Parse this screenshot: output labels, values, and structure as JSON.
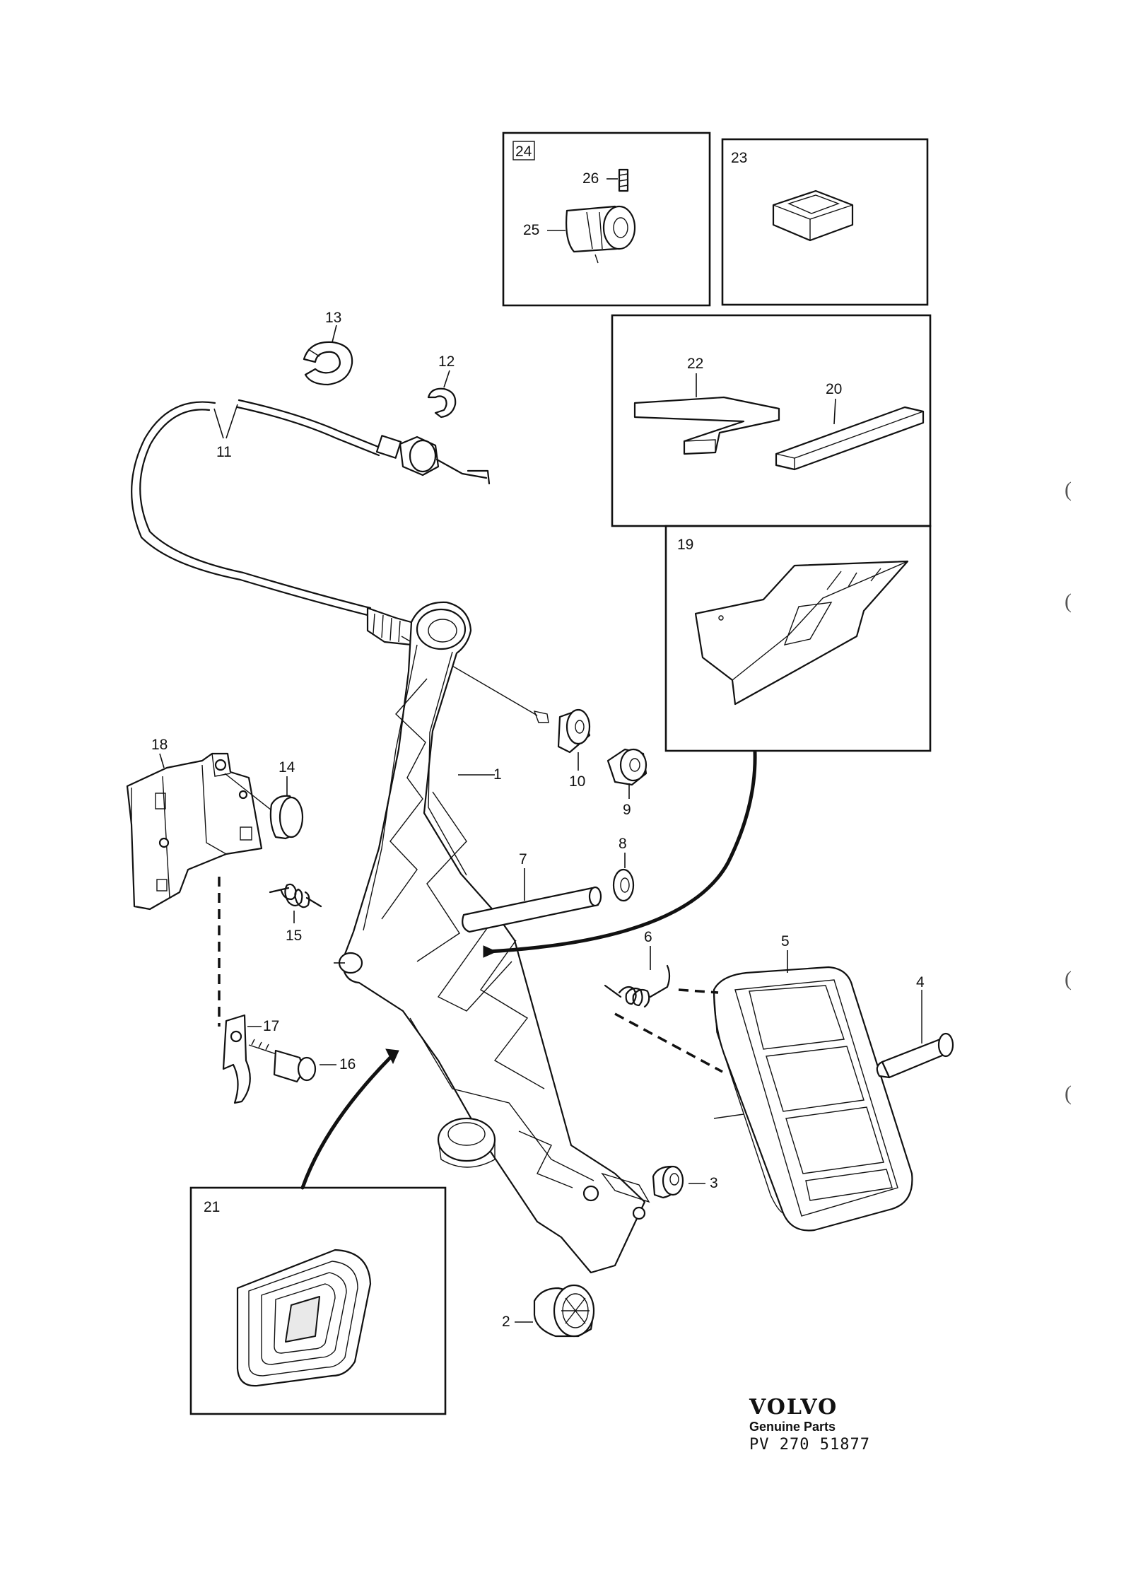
{
  "brand": {
    "logo_text": "VOLVO",
    "subtitle": "Genuine Parts",
    "part_ref": "PV 270 51877"
  },
  "callouts": {
    "c1": "1",
    "c2": "2",
    "c3": "3",
    "c4": "4",
    "c5": "5",
    "c6": "6",
    "c7": "7",
    "c8": "8",
    "c9": "9",
    "c10": "10",
    "c11": "11",
    "c12": "12",
    "c13": "13",
    "c14": "14",
    "c15": "15",
    "c16": "16",
    "c17": "17",
    "c18": "18",
    "c19": "19",
    "c20": "20",
    "c21": "21",
    "c22": "22",
    "c23": "23",
    "c24": "24",
    "c25": "25",
    "c26": "26"
  },
  "margin_marks": [
    "(",
    "(",
    "(",
    "("
  ]
}
